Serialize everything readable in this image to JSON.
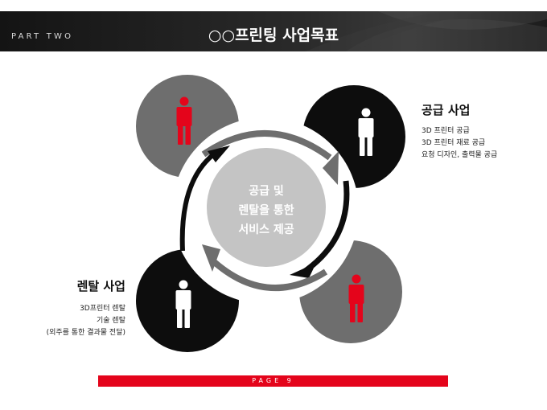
{
  "header": {
    "part_label": "PART TWO",
    "title": "○○프린팅 사업목표"
  },
  "center": {
    "lines": [
      "공급 및",
      "렌탈을 통한",
      "서비스 제공"
    ]
  },
  "supply": {
    "title": "공급 사업",
    "items": [
      "3D 프린터 공급",
      "3D 프린터 재료 공급",
      "요청 디자인, 출력물 공급"
    ]
  },
  "rental": {
    "title": "렌탈 사업",
    "items": [
      "3D프린터 렌탈",
      "기술 렌탈",
      "(외주를 통한 결과물 전달)"
    ]
  },
  "footer": {
    "page_label": "PAGE 9"
  },
  "colors": {
    "accent": "#e4041b",
    "dark": "#0d0d0d",
    "gray": "#6e6e6e",
    "light_gray": "#c4c4c4"
  },
  "icons": [
    "person-icon"
  ]
}
